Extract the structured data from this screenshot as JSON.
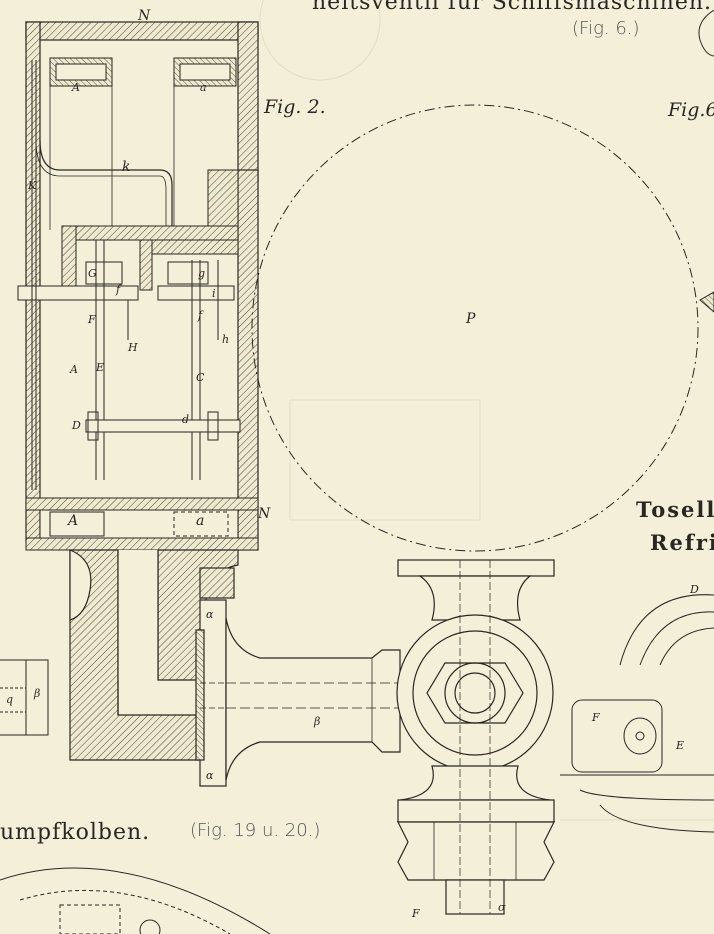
{
  "plate": {
    "header_text": "heitsventil für Schiffsmaschinen.",
    "header_fig": "(Fig. 6.)",
    "fig2_label": "Fig. 2.",
    "fig6_label": "Fig.6",
    "section_right_1": "Tosell",
    "section_right_2": "Refri",
    "caption_bottom": "umpfkolben.",
    "caption_bottom_fig": "(Fig. 19 u. 20.)"
  },
  "labels": {
    "N_top": "N",
    "N_side": "N",
    "A_top": "A",
    "a_top": "a",
    "k": "k",
    "K": "K",
    "G": "G",
    "g": "g",
    "f": "f",
    "i": "i",
    "F": "F",
    "f2": "f",
    "h": "h",
    "H": "H",
    "A_mid": "A",
    "E": "E",
    "C": "C",
    "D": "D",
    "d": "d",
    "A_bot": "A",
    "a_bot": "a",
    "alpha_top": "α",
    "alpha_bot": "α",
    "beta": "β",
    "beta_left": "β",
    "q": "q",
    "P": "P",
    "D_right": "D",
    "F_right": "F",
    "E_right": "E",
    "F_bottom": "F",
    "sigma": "σ"
  }
}
